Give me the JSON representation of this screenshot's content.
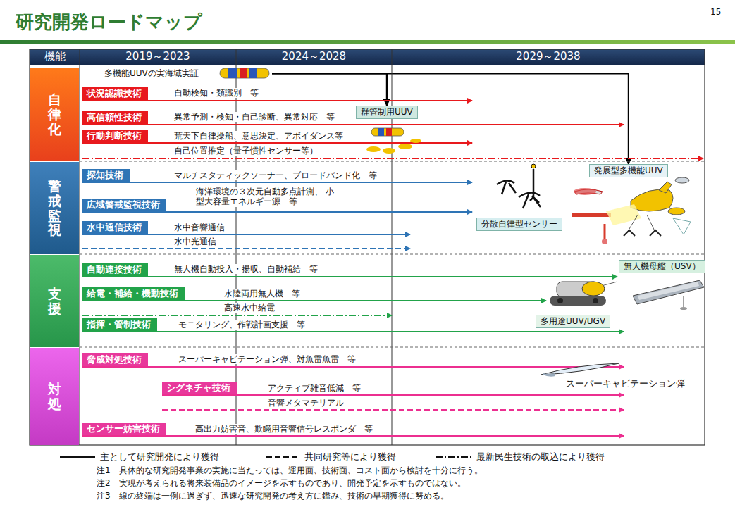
{
  "diagram": {
    "title": "研究開発ロードマップ",
    "nodes": [
      {
        "text": [
          "自律化"
        ]
      },
      {
        "text": [
          "警戒監視"
        ]
      },
      {
        "text": [
          "支援"
        ]
      },
      {
        "text": [
          "対処"
        ]
      },
      {
        "text": [
          "多機能UUVの実海域実証"
        ]
      },
      {
        "text": [
          "状況認識技術"
        ]
      },
      {
        "text": [
          "高信頼性技術"
        ]
      },
      {
        "text": [
          "行動判断技術"
        ]
      },
      {
        "text": [
          "群管制用UUV"
        ]
      },
      {
        "text": [
          "探知技術"
        ]
      },
      {
        "text": [
          "広域警戒監視技術"
        ]
      },
      {
        "text": [
          "水中通信技術"
        ]
      },
      {
        "text": [
          "分散自律型センサー"
        ]
      },
      {
        "text": [
          "発展型多機能UUV"
        ]
      },
      {
        "text": [
          "自動連接技術"
        ]
      },
      {
        "text": [
          "給電・補給・機動技術"
        ]
      },
      {
        "text": [
          "指揮・管制技術"
        ]
      },
      {
        "text": [
          "無人機母艦（USV）"
        ]
      },
      {
        "text": [
          "多用途UUV/UGV"
        ]
      },
      {
        "text": [
          "脅威対処技術"
        ]
      },
      {
        "text": [
          "シグネチャ技術"
        ]
      },
      {
        "text": [
          "センサー妨害技術"
        ]
      },
      {
        "text": [
          "スーパーキャビテーション弾"
        ]
      }
    ],
    "edges": [
      {
        "from": 4,
        "to": 8,
        "arrow": "to"
      },
      {
        "from": 4,
        "to": 13,
        "arrow": "to"
      }
    ],
    "labels": [
      "15",
      "機能",
      "2019～2023",
      "2024～2028",
      "2029～2038",
      "自動検知・類識別　等",
      "異常予測・検知・自己診断、異常対応　等",
      "荒天下自律操船、意思決定、アボイダンス等",
      "自己位置推定（量子慣性センサー等）",
      "マルチスタティックソーナー、ブロードバンド化　等",
      "海洋環境の３次元自動多点計測、 小型大容量エネルギー源　等",
      "水中音響通信",
      "水中光通信",
      "無人機自動投入・揚収、自動補給　等",
      "水陸両用無人機　等",
      "高速水中給電",
      "モニタリング、作戦計画支援　等",
      "スーパーキャビテーション弾、対魚雷魚雷　等",
      "アクティブ雑音低減　等",
      "音響メタマテリアル",
      "高出力妨害音、欺瞞用音響信号レスポンダ　等",
      "注1　具体的な研究開発事業の実施に当たっては、運用面、技術面、コスト面から検討を十分に行う。",
      "注2　実現が考えられる将来装備品のイメージを示すものであり、開発予定を示すものではない。",
      "注3　線の終端は一例に過ぎず、迅速な研究開発の考え方に鑑み、技術の早期獲得に努める。"
    ],
    "legend": [
      {
        "text": "主として研究開発により獲得"
      },
      {
        "text": "共同研究等により獲得"
      },
      {
        "text": "最新民生技術の取込により獲得"
      }
    ]
  }
}
